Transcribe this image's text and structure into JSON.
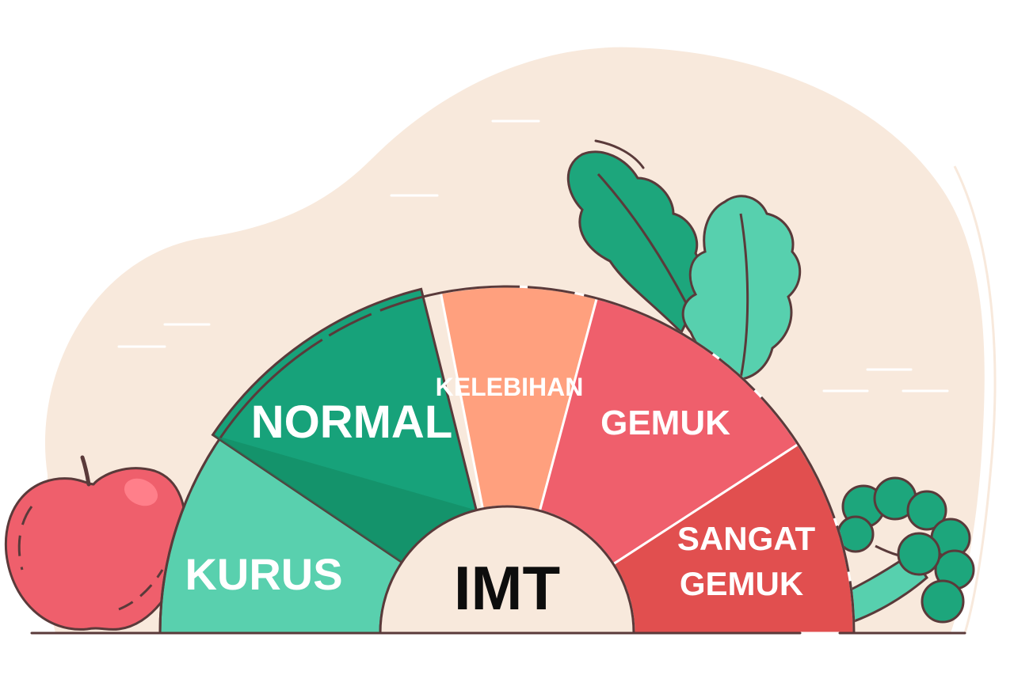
{
  "gauge": {
    "center_label": "IMT",
    "segments": [
      {
        "id": "kurus",
        "label_lines": [
          "KURUS"
        ],
        "color": "#59D0AE"
      },
      {
        "id": "normal",
        "label_lines": [
          "NORMAL"
        ],
        "color": "#17A27A"
      },
      {
        "id": "kelebihan",
        "label_lines": [
          "KELEBIHAN"
        ],
        "color": "#FFA07E"
      },
      {
        "id": "gemuk",
        "label_lines": [
          "GEMUK"
        ],
        "color": "#EF5F6C"
      },
      {
        "id": "sangat-gemuk",
        "label_lines": [
          "SANGAT",
          "GEMUK"
        ],
        "color": "#E14F4F"
      }
    ]
  },
  "colors": {
    "background_blob": "#F8E9DC",
    "outline": "#5A3A3A",
    "hub": "#F8E9DC",
    "leaf_dark": "#1DA67C",
    "leaf_light": "#57D0AE",
    "apple": "#EF5F6C",
    "broccoli": "#1DA67C"
  },
  "decor_icons": [
    "apple-icon",
    "lettuce-leaf-icon",
    "broccoli-icon"
  ]
}
